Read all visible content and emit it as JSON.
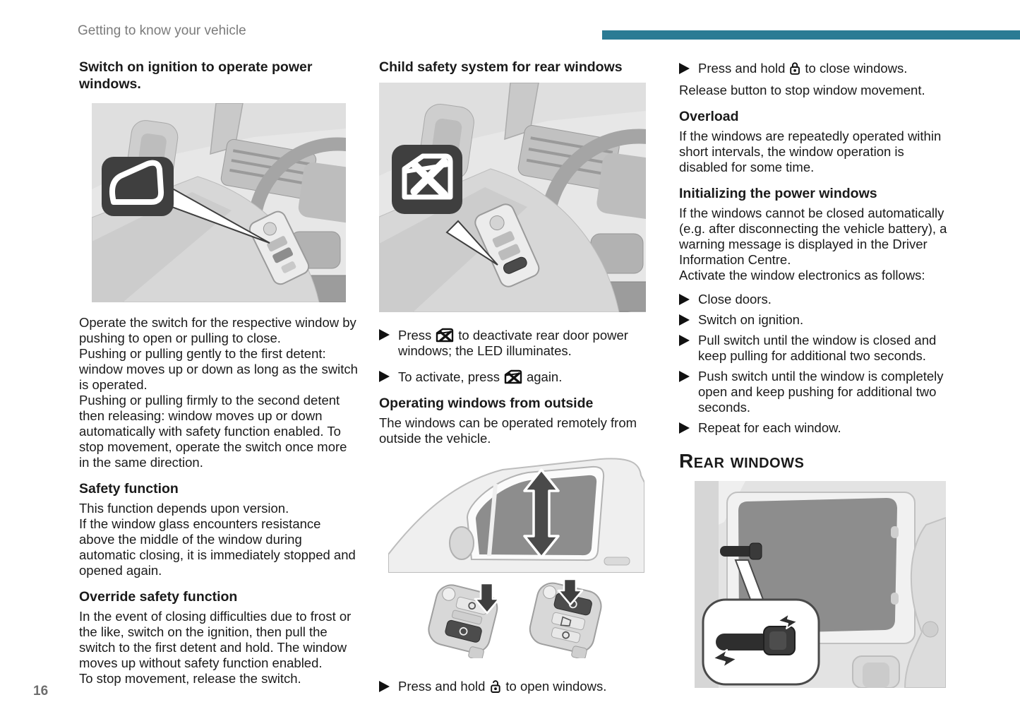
{
  "header": {
    "breadcrumb": "Getting to know your vehicle"
  },
  "colors": {
    "accent": "#2b7b94",
    "figure_bg": "#e7e7e7",
    "glass": "#8d8d8d"
  },
  "page_number": "16",
  "col1": {
    "heading": "Switch on ignition to operate power windows.",
    "figure1_alt": "interior-door-power-window-switch",
    "para1": "Operate the switch for the respective window by pushing to open or pulling to close.\nPushing or pulling gently to the first detent: window moves up or down as long as the switch is operated.\nPushing or pulling firmly to the second detent then releasing: window moves up or down automatically with safety function enabled. To stop movement, operate the switch once more in the same direction.",
    "h_safety": "Safety function",
    "para_safety": "This function depends upon version.\nIf the window glass encounters resistance above the middle of the window during automatic closing, it is immediately stopped and opened again.",
    "h_override": "Override safety function",
    "para_override": "In the event of closing difficulties due to frost or the like, switch on the ignition, then pull the switch to the first detent and hold. The window moves up without safety function enabled.\nTo stop movement, release the switch."
  },
  "col2": {
    "heading": "Child safety system for rear windows",
    "figure2_alt": "interior-door-child-safety-switch",
    "bullet1_pre": "Press",
    "bullet1_post": "to deactivate rear door power windows; the LED illuminates.",
    "bullet2_pre": "To activate, press",
    "bullet2_post": "again.",
    "h_outside": "Operating windows from outside",
    "para_outside": "The windows can be operated remotely from outside the vehicle.",
    "figure3_alt": "front-door-window-up-down-arrow",
    "figure4_alt": "remote-key-fobs",
    "bullet3_pre": "Press and hold",
    "bullet3_post": "to open windows."
  },
  "col3": {
    "bullet1_pre": "Press and hold",
    "bullet1_post": "to close windows.",
    "para_release": "Release button to stop window movement.",
    "h_overload": "Overload",
    "para_overload": "If the windows are repeatedly operated within short intervals, the window operation is disabled for some time.",
    "h_init": "Initializing the power windows",
    "para_init": "If the windows cannot be closed automatically (e.g. after disconnecting the vehicle battery), a warning message is displayed in the Driver Information Centre.\nActivate the window electronics as follows:",
    "bullets": [
      "Close doors.",
      "Switch on ignition.",
      "Pull switch until the window is closed and keep pulling for additional two seconds.",
      "Push switch until the window is completely open and keep pushing for additional two seconds.",
      "Repeat for each window."
    ],
    "h_rear": "Rear windows",
    "figure5_alt": "rear-sliding-window-latch"
  }
}
